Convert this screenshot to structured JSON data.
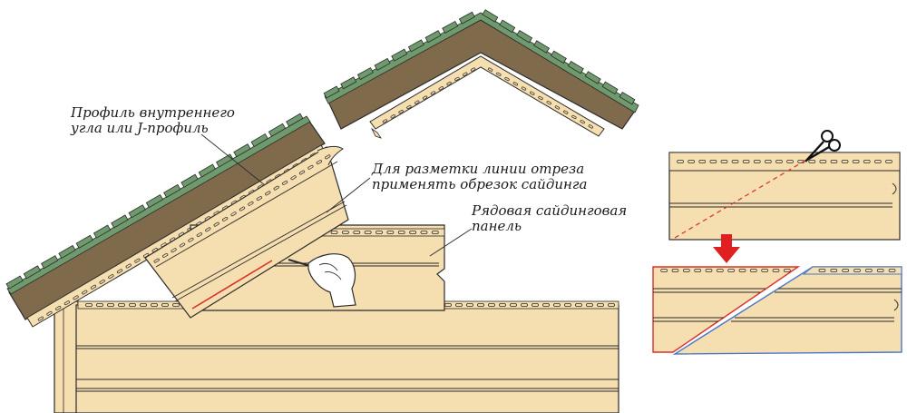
{
  "labels": {
    "inner_corner": [
      "Профиль внутреннего",
      "угла или J-профиль"
    ],
    "marking": [
      "Для разметки линии отреза",
      "применять обрезок сайдинга"
    ],
    "panel": [
      "Рядовая сайдинговая",
      "панель"
    ]
  },
  "icons": [
    "scissors-icon",
    "down-arrow-icon",
    "hand-with-pencil-icon"
  ],
  "colors": {
    "siding": "#f5deb0",
    "roof": "#7f6a4c",
    "shingle": "#6f9a6d",
    "outline": "#2b2b2b",
    "cut_line": "#d8302a",
    "blue_edge": "#4a78c8"
  }
}
